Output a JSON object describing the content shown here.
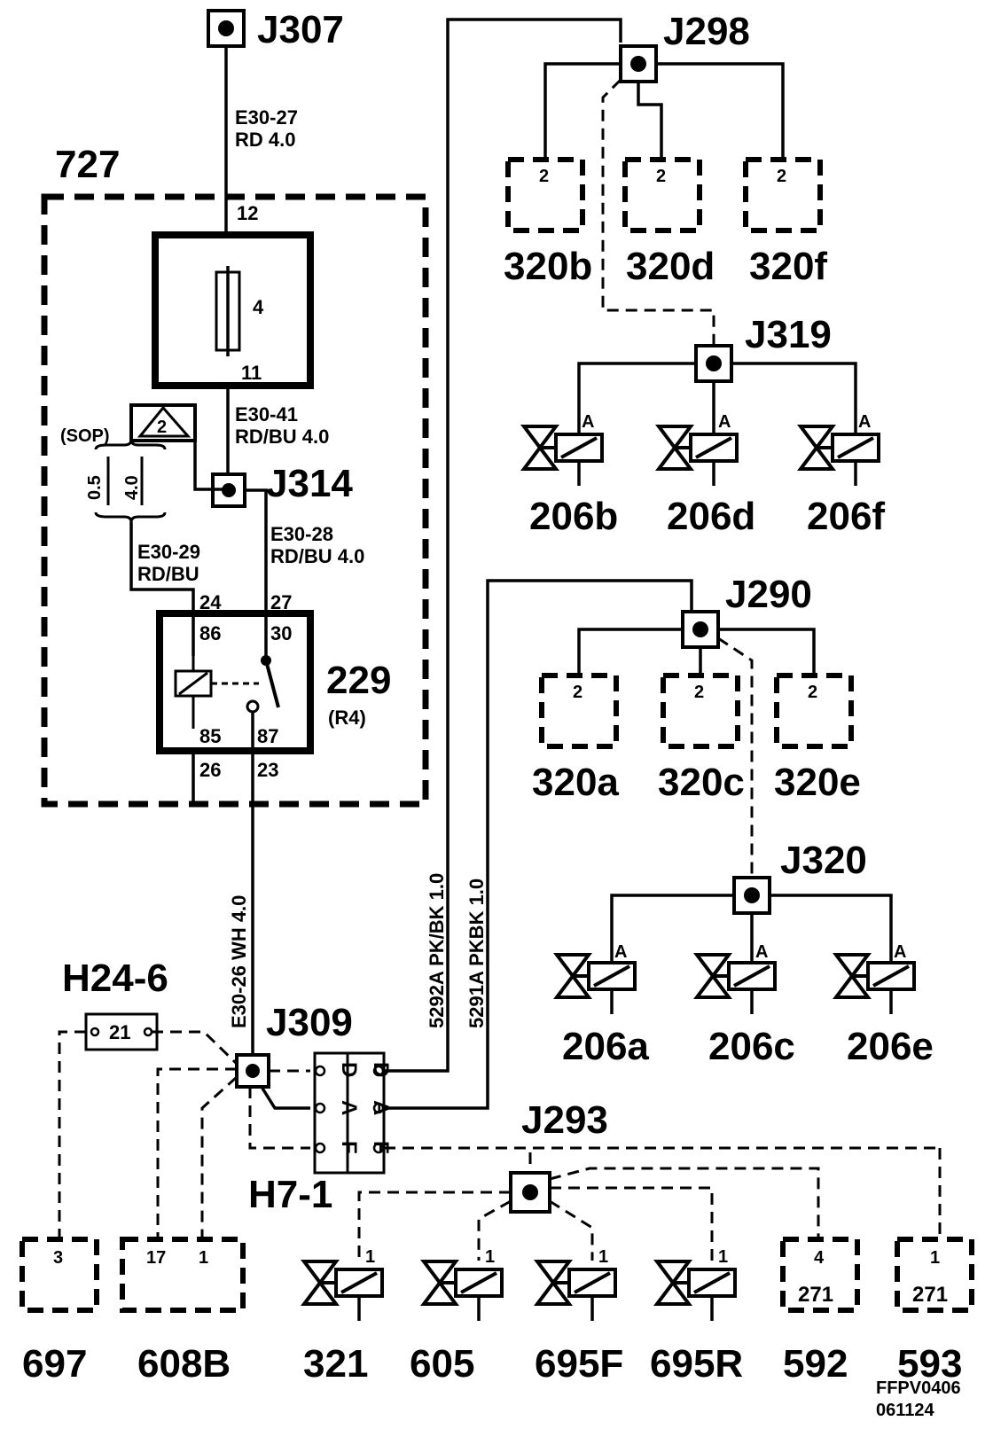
{
  "connectors": {
    "j307": "J307",
    "j298": "J298",
    "j319": "J319",
    "j314": "J314",
    "j290": "J290",
    "j320": "J320",
    "j309": "J309",
    "j293": "J293"
  },
  "module": {
    "id": "727"
  },
  "fuse": {
    "number": "4",
    "pin_in": "12",
    "pin_out": "11"
  },
  "relay": {
    "id": "229",
    "position": "(R4)",
    "pins": {
      "p86": "86",
      "p30": "30",
      "p85": "85",
      "p87": "87"
    },
    "harness_pins": {
      "p24": "24",
      "p27": "27",
      "p26": "26",
      "p23": "23"
    }
  },
  "wires": {
    "w_e30_27": {
      "code": "E30-27",
      "spec": "RD   4.0"
    },
    "w_e30_41": {
      "code": "E30-41",
      "spec": "RD/BU   4.0"
    },
    "w_e30_28": {
      "code": "E30-28",
      "spec": "RD/BU   4.0"
    },
    "w_e30_29": {
      "code": "E30-29",
      "spec": "RD/BU"
    },
    "w_e30_26": "E30-26  WH   4.0",
    "w_5292a": "5292A  PK/BK  1.0",
    "w_5291a": "5291A  PKBK  1.0"
  },
  "sop": {
    "label": "(SOP)",
    "triangle": "2",
    "opt_a": "0.5",
    "opt_b": "4.0"
  },
  "inline_connectors": {
    "h24_6": {
      "id": "H24-6",
      "pin": "21"
    },
    "h7_1": {
      "id": "H7-1",
      "pins": [
        "D",
        "A",
        "F"
      ]
    }
  },
  "sensors_top": [
    {
      "id": "320b",
      "pin": "2"
    },
    {
      "id": "320d",
      "pin": "2"
    },
    {
      "id": "320f",
      "pin": "2"
    }
  ],
  "sensors_mid": [
    {
      "id": "320a",
      "pin": "2"
    },
    {
      "id": "320c",
      "pin": "2"
    },
    {
      "id": "320e",
      "pin": "2"
    }
  ],
  "valves_upper": [
    {
      "id": "206b",
      "pin": "A"
    },
    {
      "id": "206d",
      "pin": "A"
    },
    {
      "id": "206f",
      "pin": "A"
    }
  ],
  "valves_lower": [
    {
      "id": "206a",
      "pin": "A"
    },
    {
      "id": "206c",
      "pin": "A"
    },
    {
      "id": "206e",
      "pin": "A"
    }
  ],
  "bottom_components": {
    "c697": {
      "id": "697",
      "pin": "3"
    },
    "c608b": {
      "id": "608B",
      "pin_a": "17",
      "pin_b": "1"
    },
    "c321": {
      "id": "321",
      "pin": "1"
    },
    "c605": {
      "id": "605",
      "pin": "1"
    },
    "c695f": {
      "id": "695F",
      "pin": "1"
    },
    "c695r": {
      "id": "695R",
      "pin": "1"
    },
    "c592": {
      "id": "592",
      "pin": "4",
      "sub": "271"
    },
    "c593": {
      "id": "593",
      "pin": "1",
      "sub": "271"
    }
  },
  "footer": {
    "code": "FFPV0406",
    "date": "061124"
  }
}
